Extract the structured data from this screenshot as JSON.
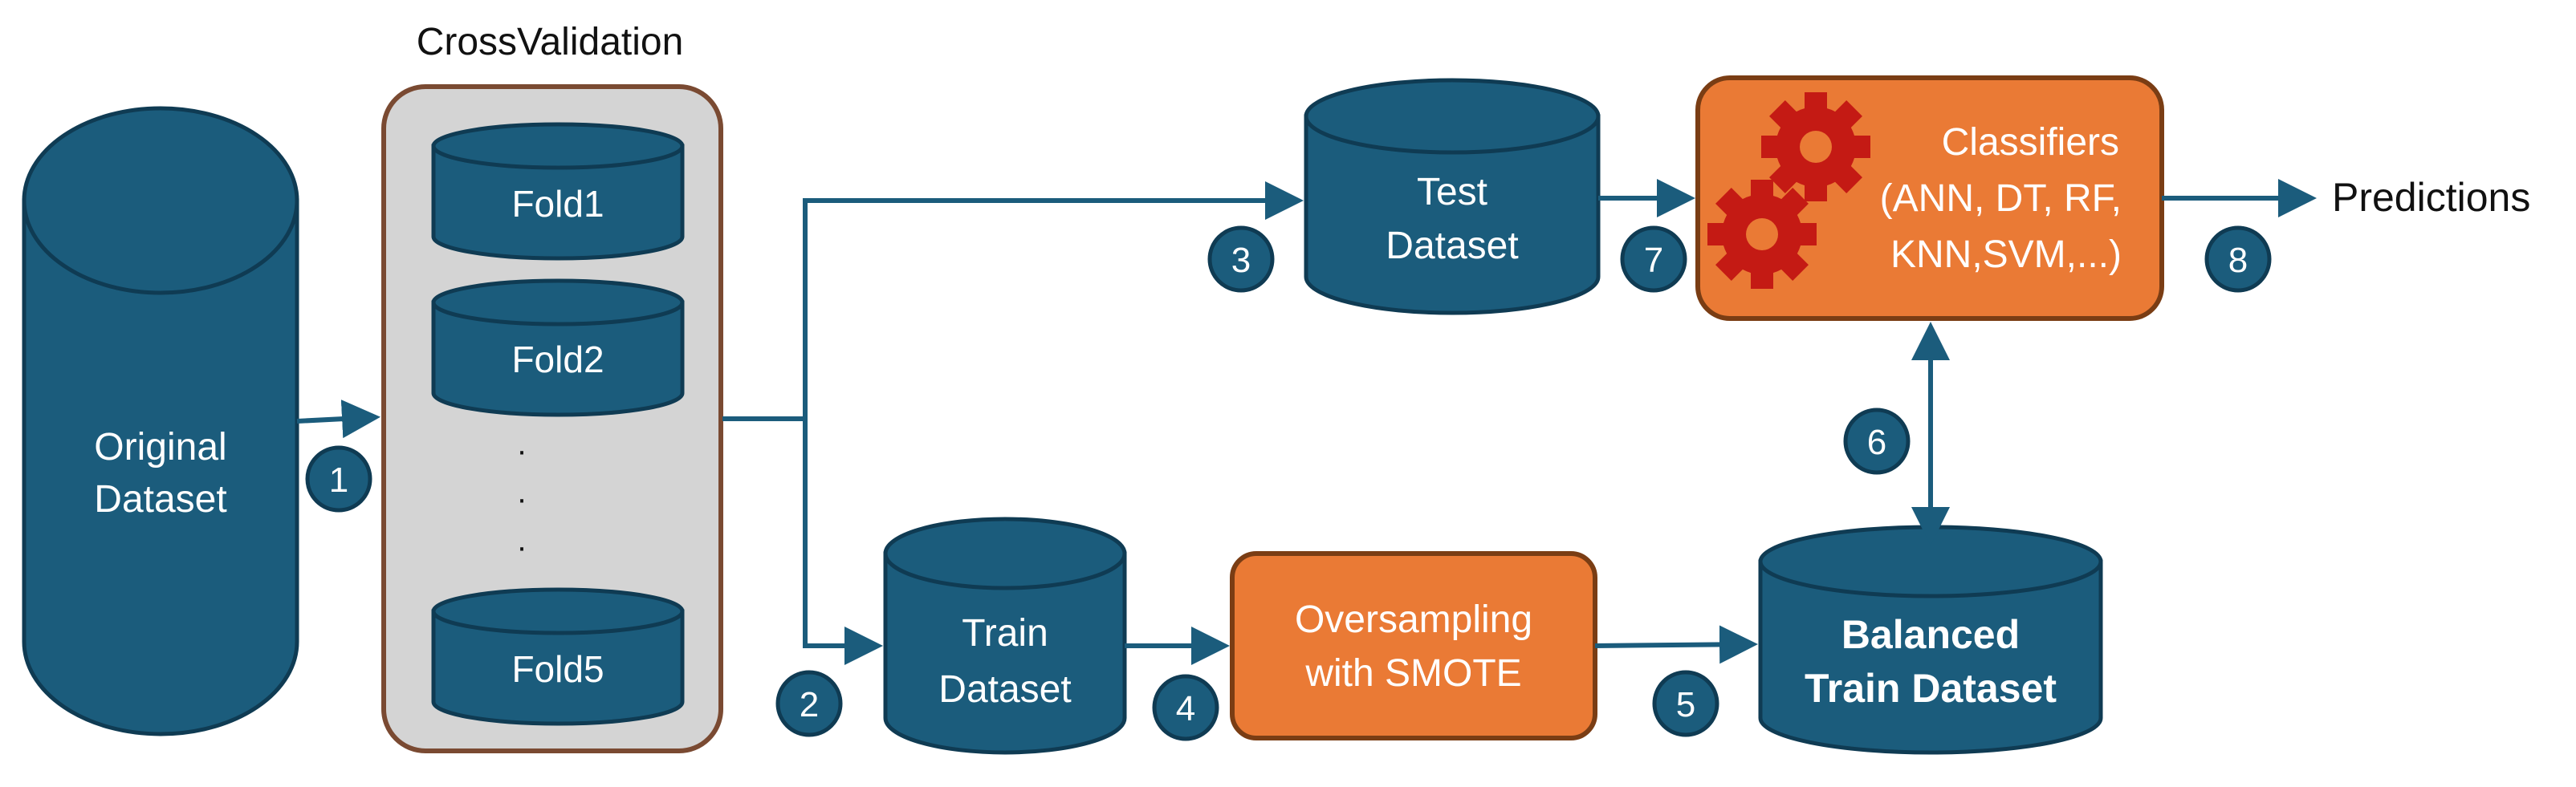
{
  "colors": {
    "navy": "#1b5c7c",
    "navy_stroke": "#0f3b53",
    "orange": "#ea7a35",
    "orange_stroke": "#7a3d14",
    "gear": "#c41a14",
    "panel_fill": "#d4d4d4",
    "panel_stroke": "#7a4a32",
    "text_white": "#ffffff",
    "text_dark": "#111111"
  },
  "crossvalidation": {
    "title": "CrossValidation",
    "folds": [
      "Fold1",
      "Fold2",
      "Fold5"
    ],
    "ellipsis": [
      "·",
      "·",
      "·"
    ]
  },
  "original_dataset": {
    "line1": "Original",
    "line2": "Dataset"
  },
  "test_dataset": {
    "line1": "Test",
    "line2": "Dataset"
  },
  "train_dataset": {
    "line1": "Train",
    "line2": "Dataset"
  },
  "oversampling": {
    "line1": "Oversampling",
    "line2": "with SMOTE"
  },
  "balanced_dataset": {
    "line1": "Balanced",
    "line2": "Train Dataset"
  },
  "classifiers": {
    "line1": "Classifiers",
    "line2": "(ANN, DT, RF,",
    "line3": "KNN,SVM,...)",
    "icon": "gears-icon"
  },
  "predictions_label": "Predictions",
  "steps": [
    "1",
    "2",
    "3",
    "4",
    "5",
    "6",
    "7",
    "8"
  ]
}
